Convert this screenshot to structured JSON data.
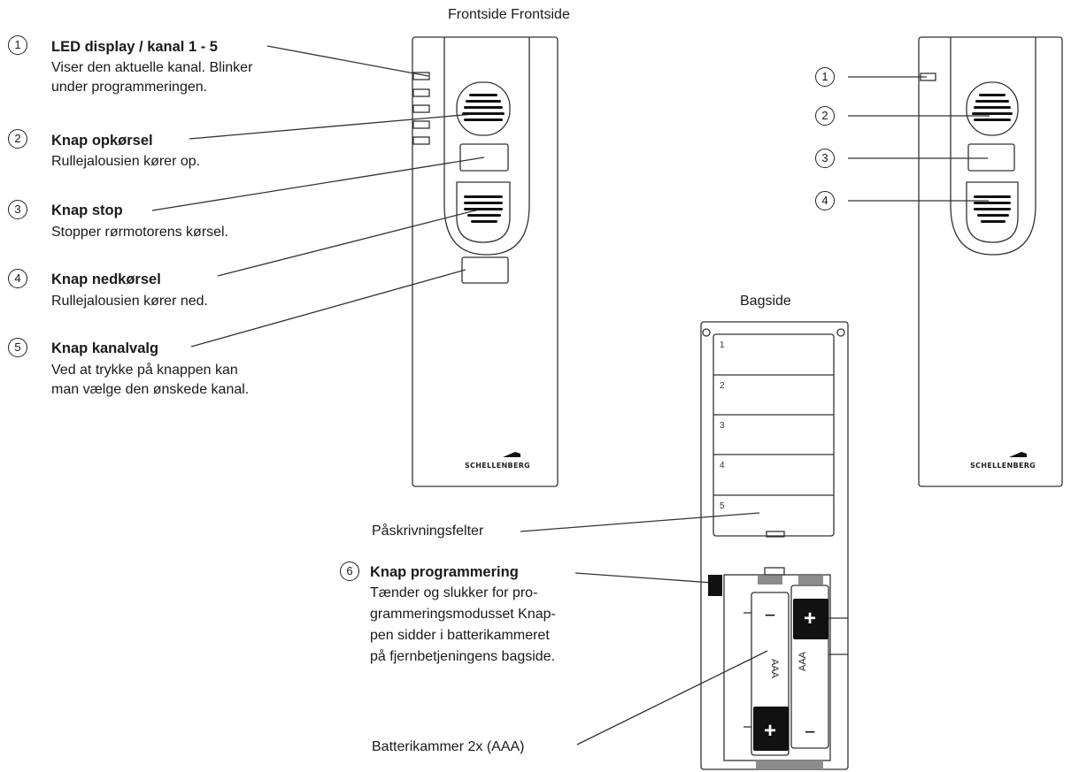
{
  "views": {
    "front_title": "Frontside Frontside",
    "back_title": "Bagside"
  },
  "brand": "SCHELLENBERG",
  "items": [
    {
      "n": "1",
      "title": "LED display / kanal 1 - 5",
      "lines": [
        "Viser den aktuelle kanal.  Blinker",
        "under programmeringen."
      ]
    },
    {
      "n": "2",
      "title": "Knap opkørsel",
      "lines": [
        "Rullejalousien kører op."
      ]
    },
    {
      "n": "3",
      "title": "Knap stop",
      "lines": [
        "Stopper rørmotorens kørsel."
      ]
    },
    {
      "n": "4",
      "title": "Knap nedkørsel",
      "lines": [
        "Rullejalousien kører ned."
      ]
    },
    {
      "n": "5",
      "title": "Knap kanalvalg",
      "lines": [
        "Ved at trykke på knappen kan",
        "man vælge den ønskede kanal."
      ]
    },
    {
      "n": "6",
      "title": "Knap programmering",
      "lines": [
        "Tænder og slukker for pro-",
        "grammeringsmodusset Knap-",
        "pen sidder i batterikammeret",
        "på fjernbetjeningens bagside."
      ]
    }
  ],
  "right_callouts": [
    "1",
    "2",
    "3",
    "4"
  ],
  "fields": [
    "1",
    "2",
    "3",
    "4",
    "5"
  ],
  "labels": {
    "writing_fields": "Påskrivningsfelter",
    "battery_compartment": "Batterikammer 2x (AAA)"
  },
  "battery": {
    "type": "AAA",
    "plus": "+",
    "minus": "−"
  }
}
